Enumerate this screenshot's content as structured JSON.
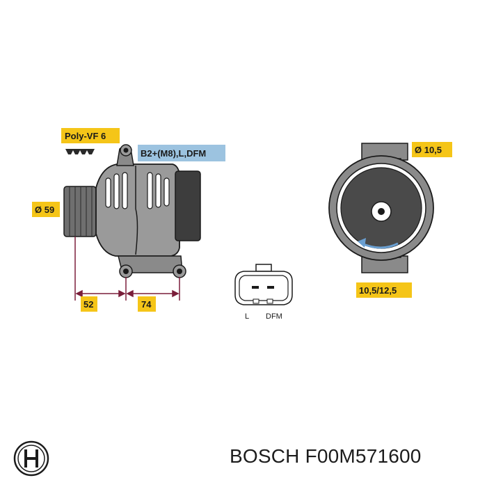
{
  "labels": {
    "belt_type": "Poly-VF 6",
    "terminal": "B2+(M8),L,DFM",
    "pulley_diameter": "Ø 59",
    "offset_front": "52",
    "offset_mount": "74",
    "hole_diameter": "Ø 10,5",
    "hole_spacing": "10,5/12,5",
    "pin_l": "L",
    "pin_dfm": "DFM"
  },
  "footer": {
    "brand": "BOSCH",
    "part_number": "F00M571600"
  },
  "colors": {
    "tag_yellow": "#f5c518",
    "tag_blue": "#9cc3e0",
    "body_gray": "#8a8a8a",
    "dark_gray": "#4a4a4a",
    "dim_line": "#7a1e3a",
    "arrow_blue": "#6a9fd1"
  }
}
